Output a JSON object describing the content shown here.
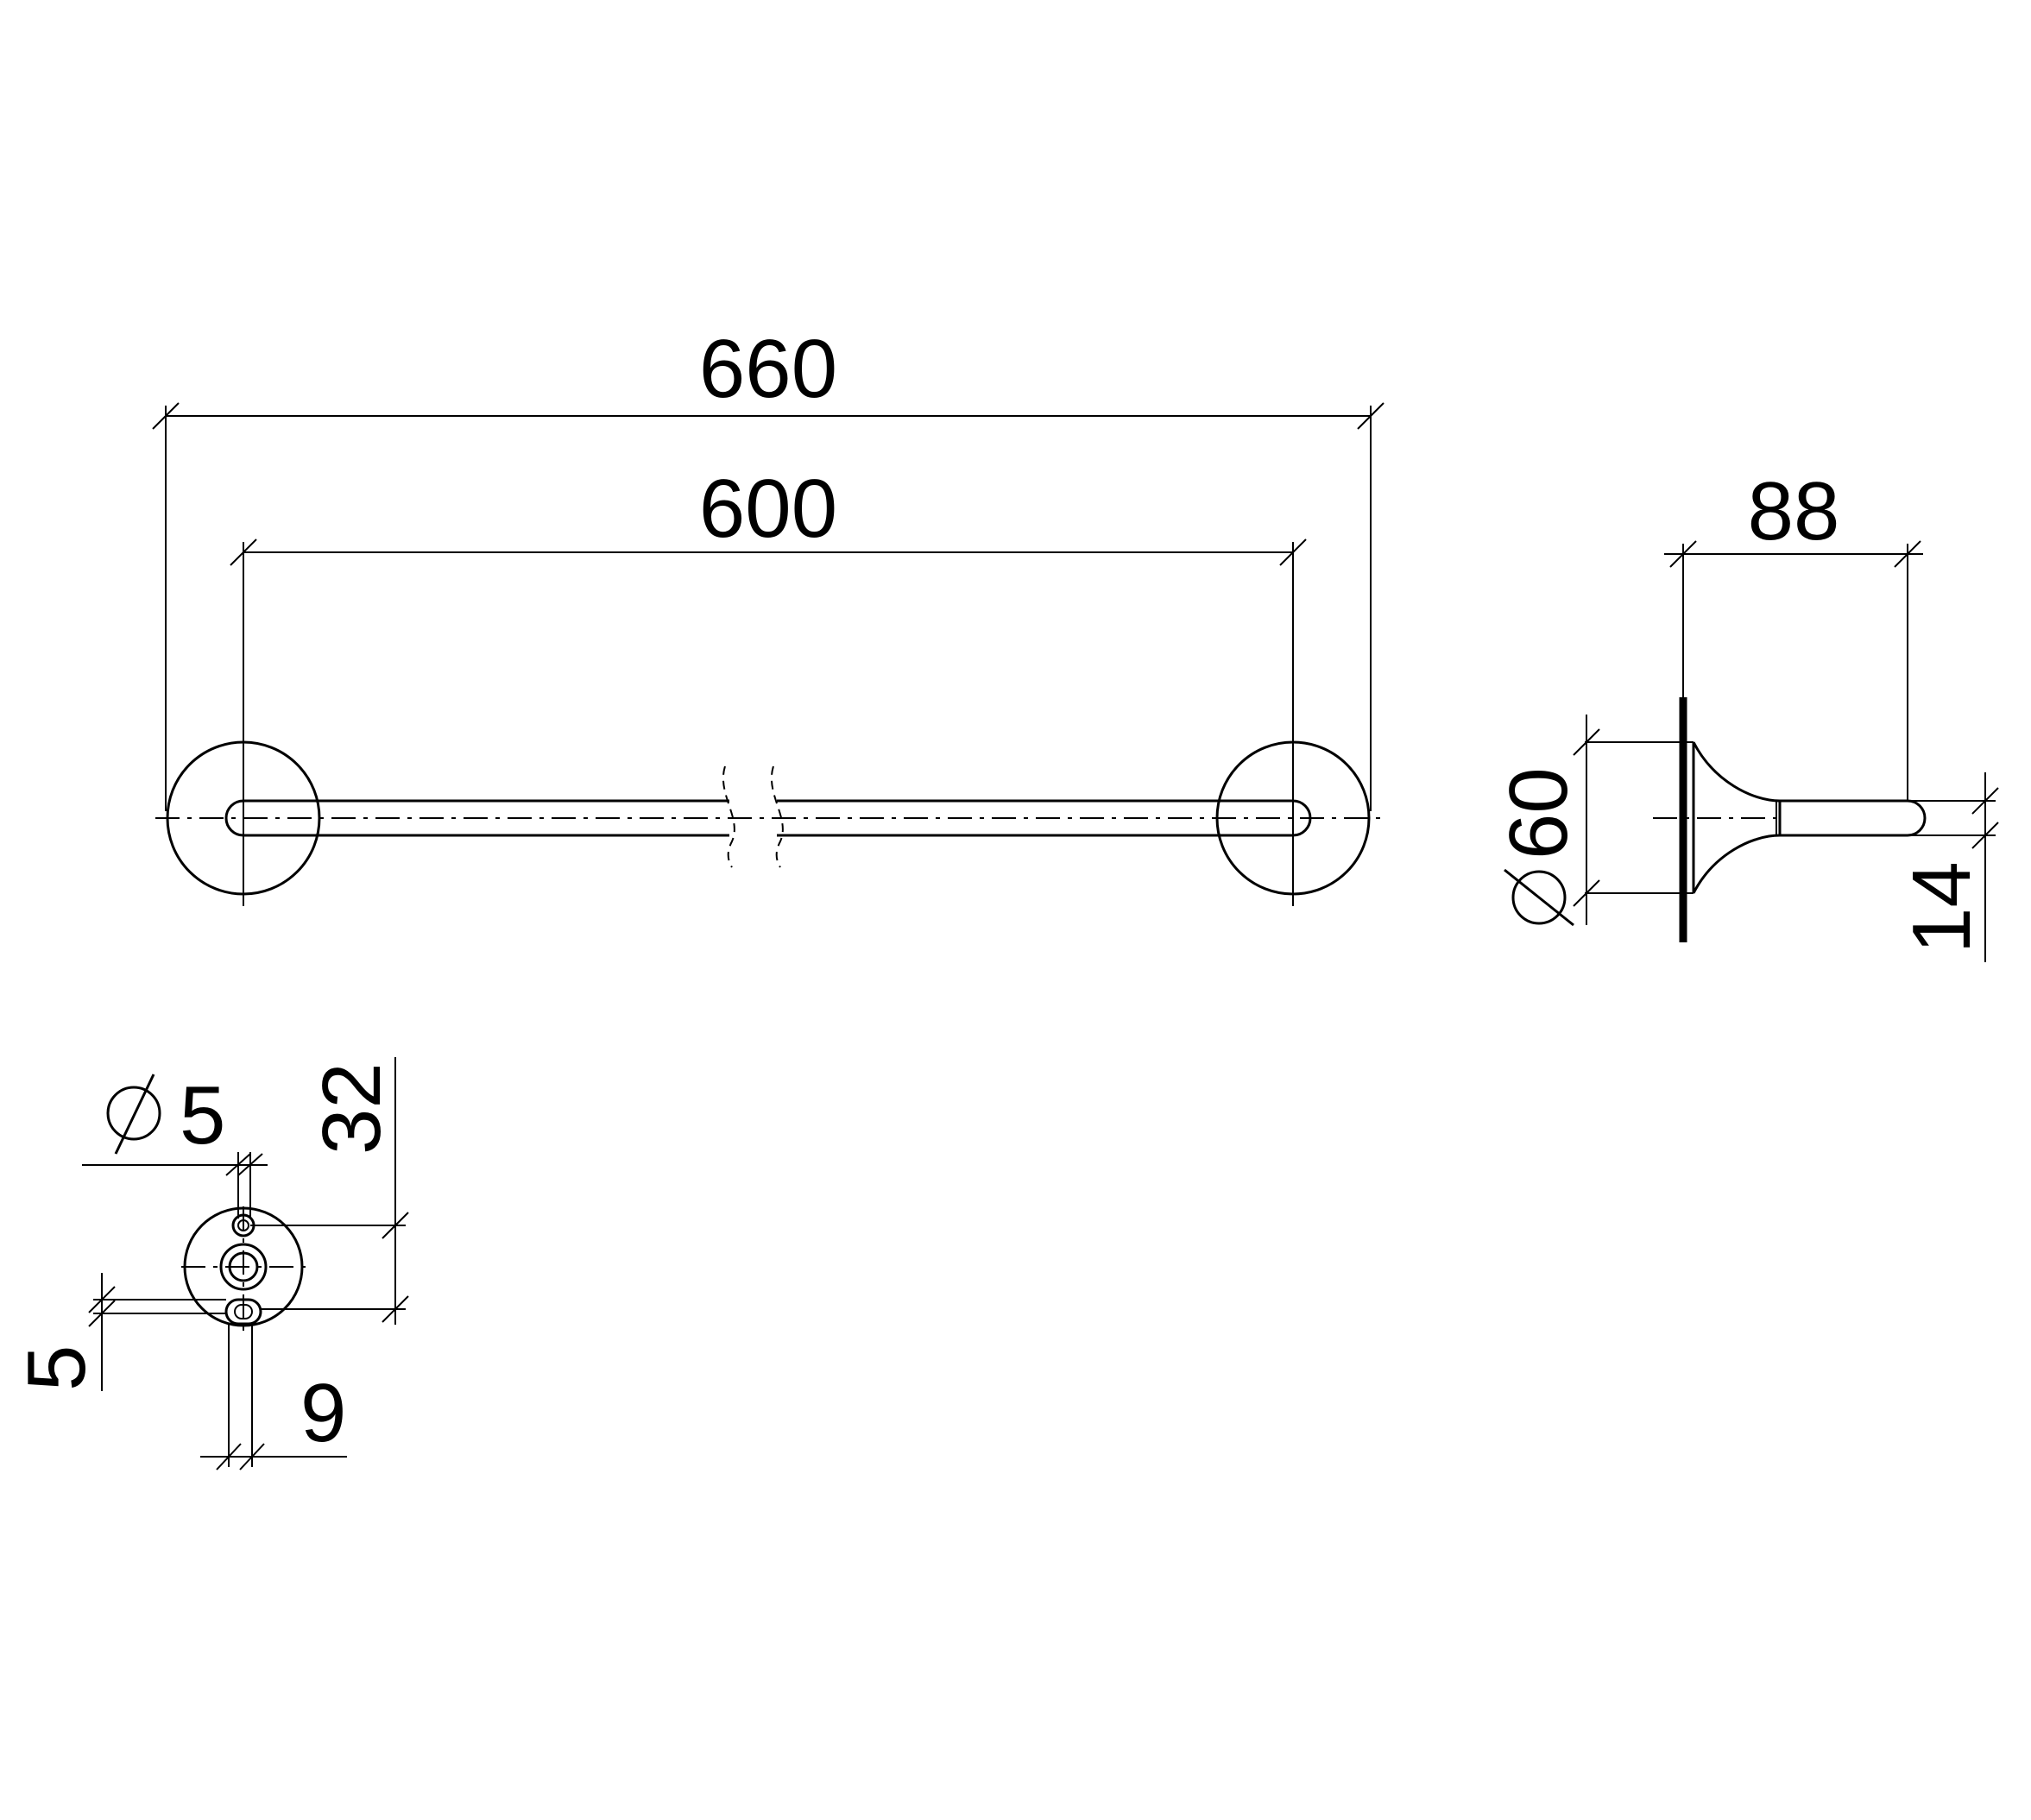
{
  "drawing": {
    "background_color": "#ffffff",
    "line_color": "#000000",
    "front_view": {
      "overall_length": "660",
      "center_distance": "600"
    },
    "side_view": {
      "projection": "88",
      "rosette_diameter": "60",
      "bar_diameter": "14"
    },
    "rosette_detail": {
      "hole_diameter": "5",
      "hole_spacing": "32",
      "slot_width": "5",
      "slot_length": "9"
    },
    "icons": {
      "diameter_symbol": "diameter-icon"
    }
  }
}
